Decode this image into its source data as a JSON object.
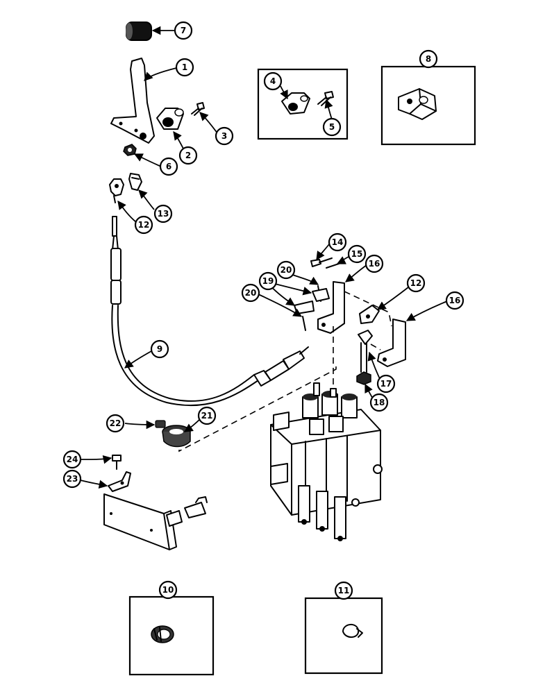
{
  "callouts": {
    "c1": "1",
    "c2": "2",
    "c3": "3",
    "c4": "4",
    "c5": "5",
    "c6": "6",
    "c7": "7",
    "c8": "8",
    "c9": "9",
    "c10": "10",
    "c11": "11",
    "c12a": "12",
    "c12b": "12",
    "c13": "13",
    "c14": "14",
    "c15": "15",
    "c16a": "16",
    "c16b": "16",
    "c17": "17",
    "c18": "18",
    "c19": "19",
    "c20a": "20",
    "c20b": "20",
    "c21": "21",
    "c22": "22",
    "c23": "23",
    "c24": "24"
  }
}
